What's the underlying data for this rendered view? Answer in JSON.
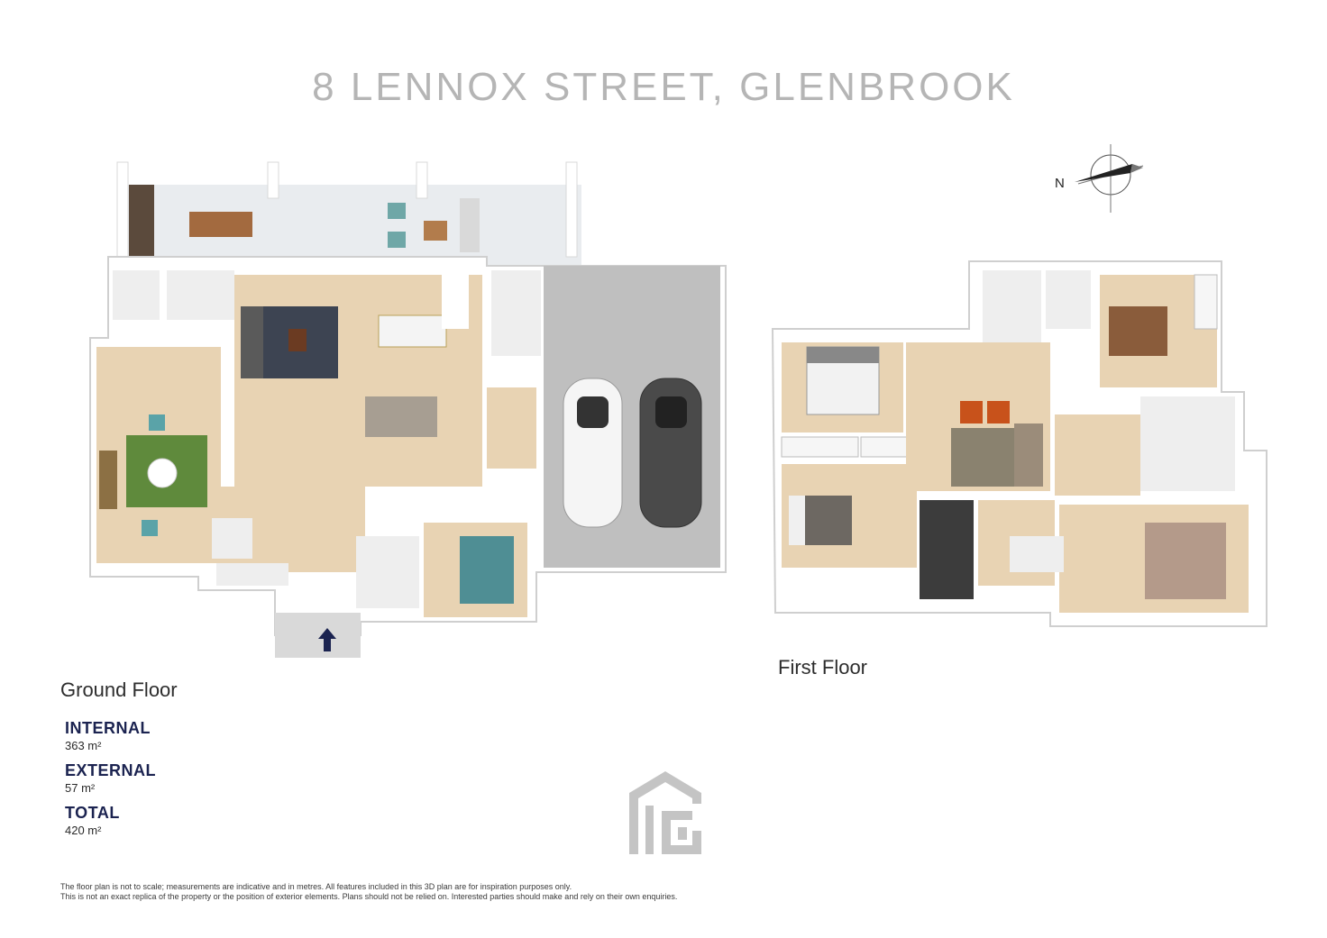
{
  "title": "8 LENNOX STREET, GLENBROOK",
  "compass": {
    "north_label": "N"
  },
  "floors": {
    "ground": {
      "label": "Ground Floor"
    },
    "first": {
      "label": "First Floor"
    }
  },
  "areas": {
    "internal": {
      "label": "INTERNAL",
      "value": "363 m²"
    },
    "external": {
      "label": "EXTERNAL",
      "value": "57 m²"
    },
    "total": {
      "label": "TOTAL",
      "value": "420 m²"
    }
  },
  "disclaimer": {
    "line1": "The floor plan is not to scale; measurements are indicative and in metres. All features included in this 3D plan are for inspiration purposes only.",
    "line2": "This is not an exact replica of the property or the position of exterior elements. Plans should not be relied on. Interested parties should make and rely on their own enquiries."
  },
  "icons": {
    "compass": "compass-icon",
    "entry": "entry-arrow-icon",
    "logo": "brand-logo-icon"
  },
  "colors": {
    "title": "#b5b5b5",
    "wood_floor": "#e8d3b3",
    "tile_floor": "#eeeeee",
    "wall": "#ffffff",
    "garage": "#bfbfbf",
    "area_label": "#1b2350",
    "entry_arrow": "#1b2350"
  }
}
